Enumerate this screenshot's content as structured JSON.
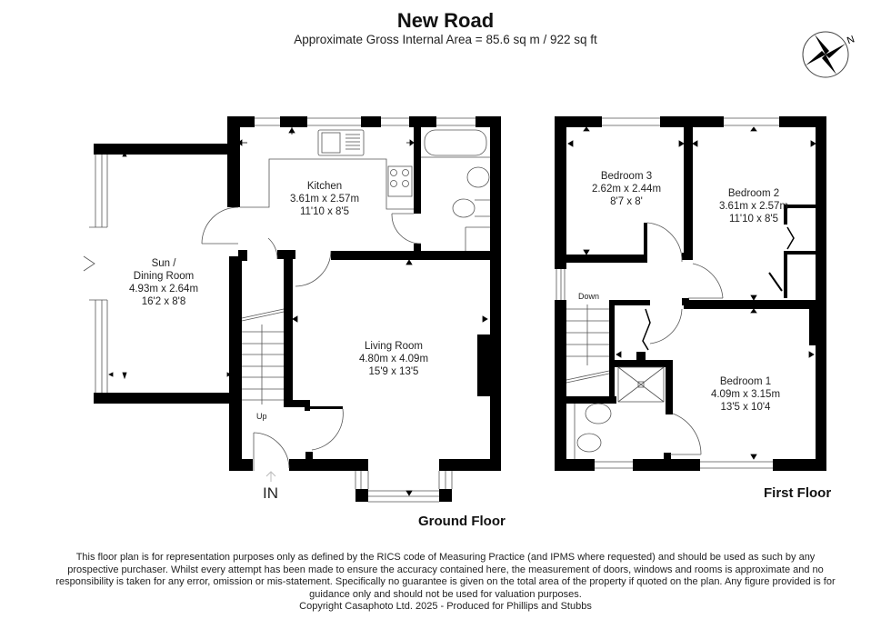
{
  "header": {
    "title": "New Road",
    "subtitle": "Approximate Gross Internal Area = 85.6 sq m / 922 sq ft"
  },
  "compass": {
    "icon": "compass-north-icon",
    "label": "N"
  },
  "floors": [
    {
      "name": "Ground Floor",
      "rooms": [
        {
          "name": "Kitchen",
          "metric": "3.61m x 2.57m",
          "imperial": "11'10 x 8'5"
        },
        {
          "name": "Sun /",
          "name2": "Dining Room",
          "metric": "4.93m x 2.64m",
          "imperial": "16'2 x 8'8"
        },
        {
          "name": "Living Room",
          "metric": "4.80m x 4.09m",
          "imperial": "15'9 x 13'5"
        }
      ],
      "stairs_label": "Up",
      "entrance_label": "IN"
    },
    {
      "name": "First Floor",
      "rooms": [
        {
          "name": "Bedroom 3",
          "metric": "2.62m x 2.44m",
          "imperial": "8'7 x 8'"
        },
        {
          "name": "Bedroom 2",
          "metric": "3.61m x 2.57m",
          "imperial": "11'10 x 8'5"
        },
        {
          "name": "Bedroom 1",
          "metric": "4.09m x 3.15m",
          "imperial": "13'5 x 10'4"
        }
      ],
      "stairs_label": "Down"
    }
  ],
  "footer": {
    "disclaimer": "This floor plan is for representation purposes only as defined by the RICS code of Measuring Practice (and IPMS where requested) and should be used as such by any prospective purchaser. Whilst every attempt has been made to ensure the accuracy contained here, the measurement of doors, windows and rooms is approximate and no responsibility is taken for any error, omission or mis-statement. Specifically no guarantee is given on the total area of the property if quoted on the plan. Any figure provided is for guidance only and should not be used for valuation purposes.",
    "copyright": "Copyright Casaphoto Ltd. 2025 - Produced for Phillips and Stubbs"
  },
  "colors": {
    "wall": "#000000",
    "line": "#555555",
    "background": "#ffffff"
  }
}
